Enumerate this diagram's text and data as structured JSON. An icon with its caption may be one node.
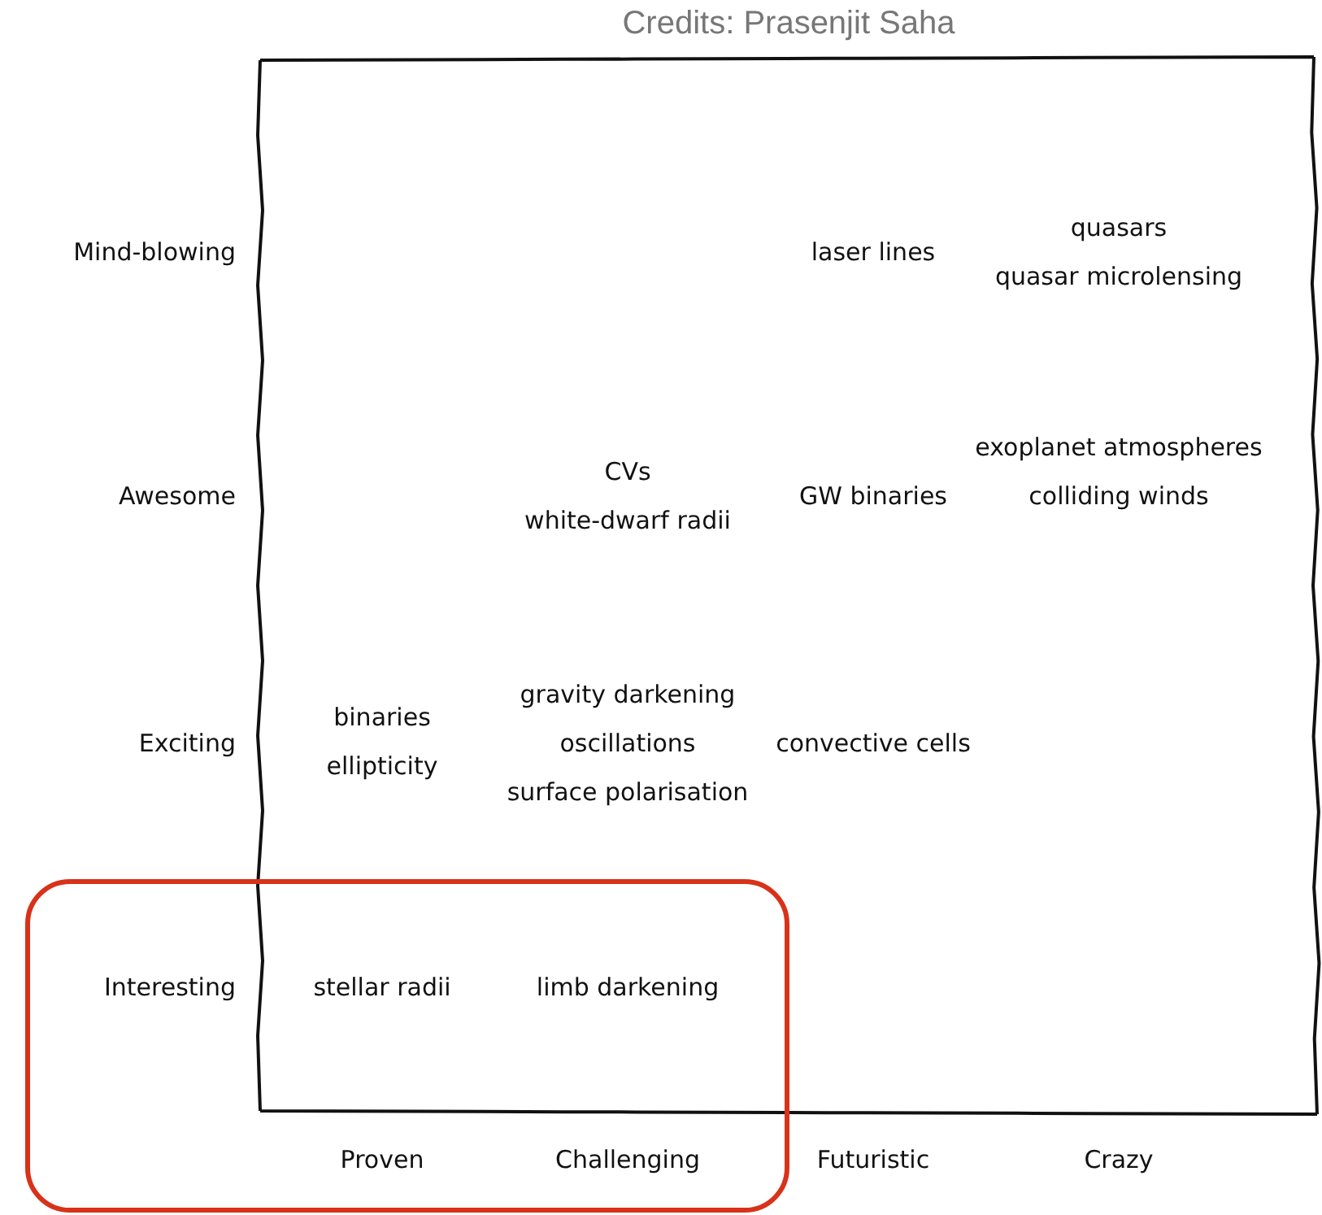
{
  "diagram": {
    "labels": [
      "Credits: Prasenjit Saha",
      "Mind-blowing",
      "laser lines",
      "quasars",
      "quasar microlensing",
      "exoplanet atmospheres",
      "CVs",
      "Awesome",
      "GW binaries",
      "colliding winds",
      "white-dwarf radii",
      "gravity darkening",
      "binaries",
      "Exciting",
      "oscillations",
      "convective cells",
      "ellipticity",
      "surface polarisation",
      "Interesting",
      "stellar radii",
      "limb darkening",
      "Proven",
      "Challenging",
      "Futuristic",
      "Crazy"
    ]
  }
}
